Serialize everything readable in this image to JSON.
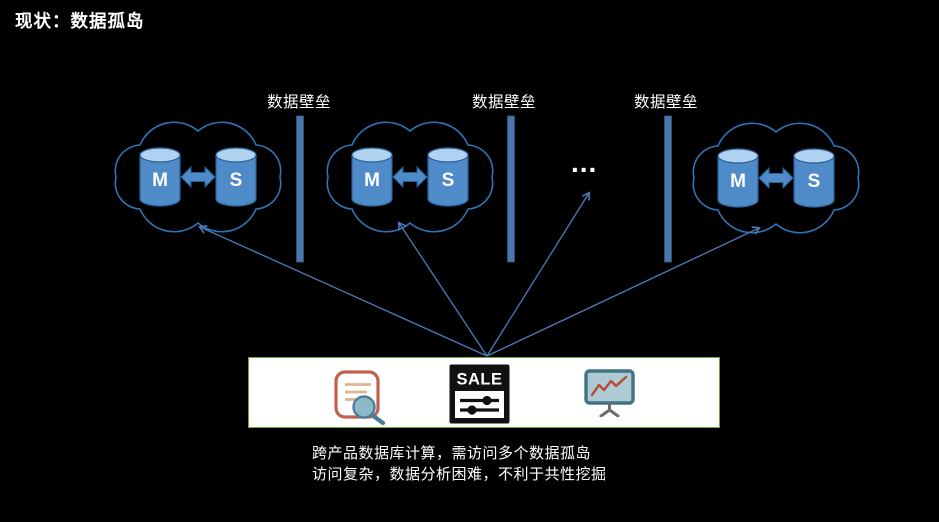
{
  "title": "现状：数据孤岛",
  "barriers": [
    {
      "label": "数据壁垒"
    },
    {
      "label": "数据壁垒"
    },
    {
      "label": "数据壁垒"
    }
  ],
  "clusters": [
    {
      "master_label": "M",
      "slave_label": "S"
    },
    {
      "master_label": "M",
      "slave_label": "S"
    },
    {
      "master_label": "M",
      "slave_label": "S"
    }
  ],
  "ellipsis": "...",
  "hub": {
    "sale_label": "SALE",
    "icons": [
      {
        "name": "report-search-icon"
      },
      {
        "name": "sale-sliders-icon"
      },
      {
        "name": "presentation-chart-icon"
      }
    ]
  },
  "caption": {
    "line1": "跨产品数据库计算，需访问多个数据孤岛",
    "line2": "访问复杂，数据分析困难，不利于共性挖掘"
  },
  "colors": {
    "bg": "#000000",
    "text": "#FFFFFF",
    "line-blue": "#4B7CB8",
    "cloud-stroke": "#2E75B6",
    "cylinder-fill": "#4E8BC8",
    "cylinder-top": "#AFD2F0",
    "cylinder-stroke": "#2A5F95",
    "bar-fill": "#4A78AE",
    "box-border": "#69A93F",
    "box-fill": "#FFFFFF"
  }
}
